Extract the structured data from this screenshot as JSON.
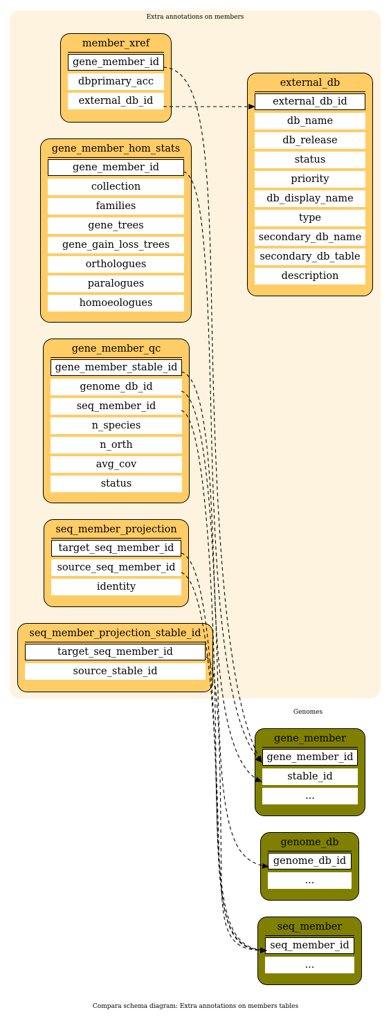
{
  "clusters": {
    "extra": {
      "title": "Extra annotations on members",
      "color": "#fef3de"
    },
    "genomes": {
      "title": "Genomes"
    }
  },
  "tables": {
    "member_xref": {
      "name": "member_xref",
      "columns": [
        "gene_member_id",
        "dbprimary_acc",
        "external_db_id"
      ]
    },
    "external_db": {
      "name": "external_db",
      "columns": [
        "external_db_id",
        "db_name",
        "db_release",
        "status",
        "priority",
        "db_display_name",
        "type",
        "secondary_db_name",
        "secondary_db_table",
        "description"
      ]
    },
    "gene_member_hom_stats": {
      "name": "gene_member_hom_stats",
      "columns": [
        "gene_member_id",
        "collection",
        "families",
        "gene_trees",
        "gene_gain_loss_trees",
        "orthologues",
        "paralogues",
        "homoeologues"
      ]
    },
    "gene_member_qc": {
      "name": "gene_member_qc",
      "columns": [
        "gene_member_stable_id",
        "genome_db_id",
        "seq_member_id",
        "n_species",
        "n_orth",
        "avg_cov",
        "status"
      ]
    },
    "seq_member_projection": {
      "name": "seq_member_projection",
      "columns": [
        "target_seq_member_id",
        "source_seq_member_id",
        "identity"
      ]
    },
    "seq_member_projection_stable_id": {
      "name": "seq_member_projection_stable_id",
      "columns": [
        "target_seq_member_id",
        "source_stable_id"
      ]
    },
    "gene_member": {
      "name": "gene_member",
      "columns": [
        "gene_member_id",
        "stable_id",
        "..."
      ]
    },
    "genome_db": {
      "name": "genome_db",
      "columns": [
        "genome_db_id",
        "..."
      ]
    },
    "seq_member": {
      "name": "seq_member",
      "columns": [
        "seq_member_id",
        "..."
      ]
    }
  },
  "colors": {
    "table_fill": "#ffcc66",
    "genome_table_fill": "#808000",
    "row_fill": "#ffffff"
  },
  "footer": {
    "caption": "Compara schema diagram: Extra annotations on members tables"
  }
}
